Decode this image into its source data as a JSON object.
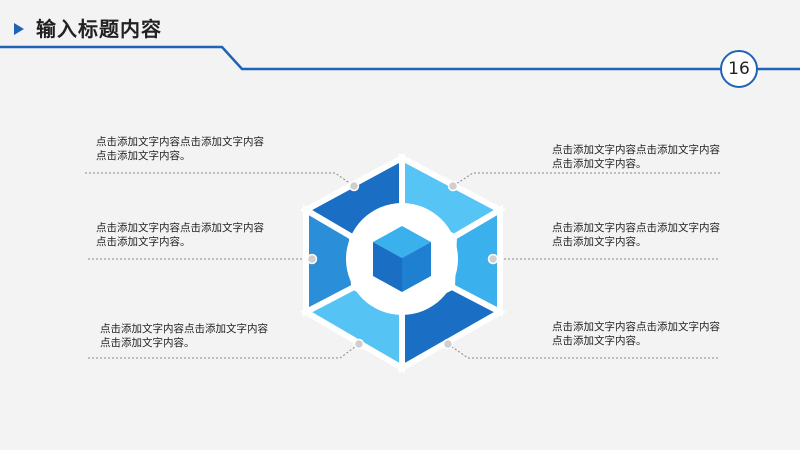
{
  "header": {
    "title": "输入标题内容",
    "page_number": "16"
  },
  "items": [
    {
      "text": "点击添加文字内容点击添加文字内容点击添加文字内容。"
    },
    {
      "text": "点击添加文字内容点击添加文字内容点击添加文字内容。"
    },
    {
      "text": "点击添加文字内容点击添加文字内容点击添加文字内容。"
    },
    {
      "text": "点击添加文字内容点击添加文字内容点击添加文字内容。"
    },
    {
      "text": "点击添加文字内容点击添加文字内容点击添加文字内容。"
    },
    {
      "text": "点击添加文字内容点击添加文字内容点击添加文字内容。"
    }
  ],
  "colors": {
    "accent": "#1f63b5",
    "dark_blue": "#1a6ec4",
    "light_blue": "#3ab4f0",
    "sky_blue": "#59c6f3"
  }
}
